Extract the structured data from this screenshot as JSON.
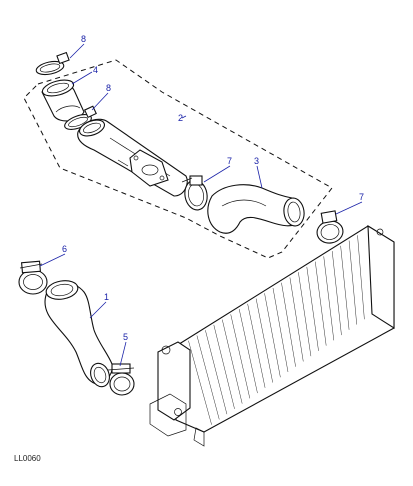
{
  "diagram": {
    "reference_code": "LL0060",
    "callouts": [
      "8",
      "4",
      "8",
      "2",
      "7",
      "3",
      "7",
      "6",
      "1",
      "5"
    ],
    "callout_color": "#1a22a8",
    "line_color": "#111111"
  }
}
